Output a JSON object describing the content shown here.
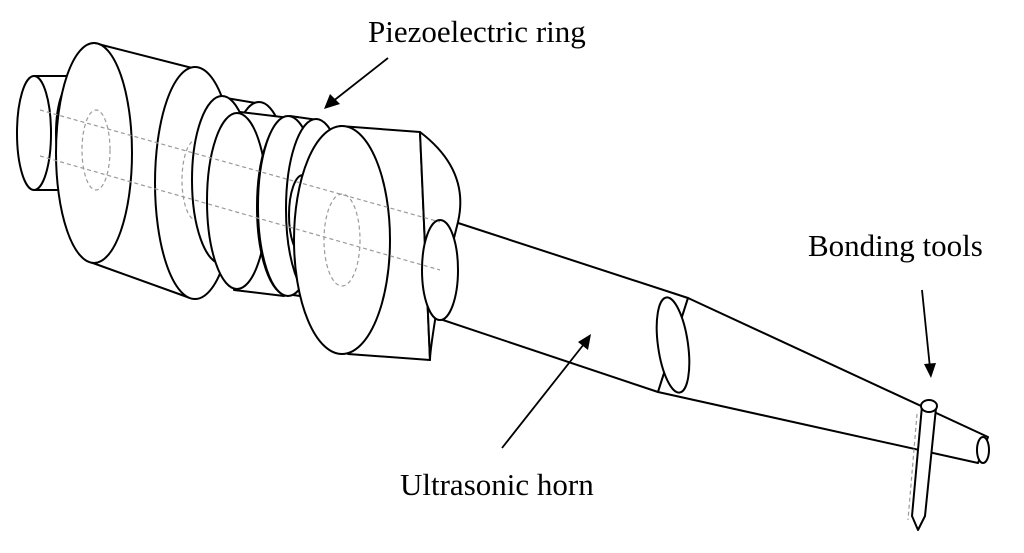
{
  "labels": {
    "piezo": "Piezoelectric ring",
    "horn": "Ultrasonic horn",
    "tools": "Bonding tools"
  }
}
